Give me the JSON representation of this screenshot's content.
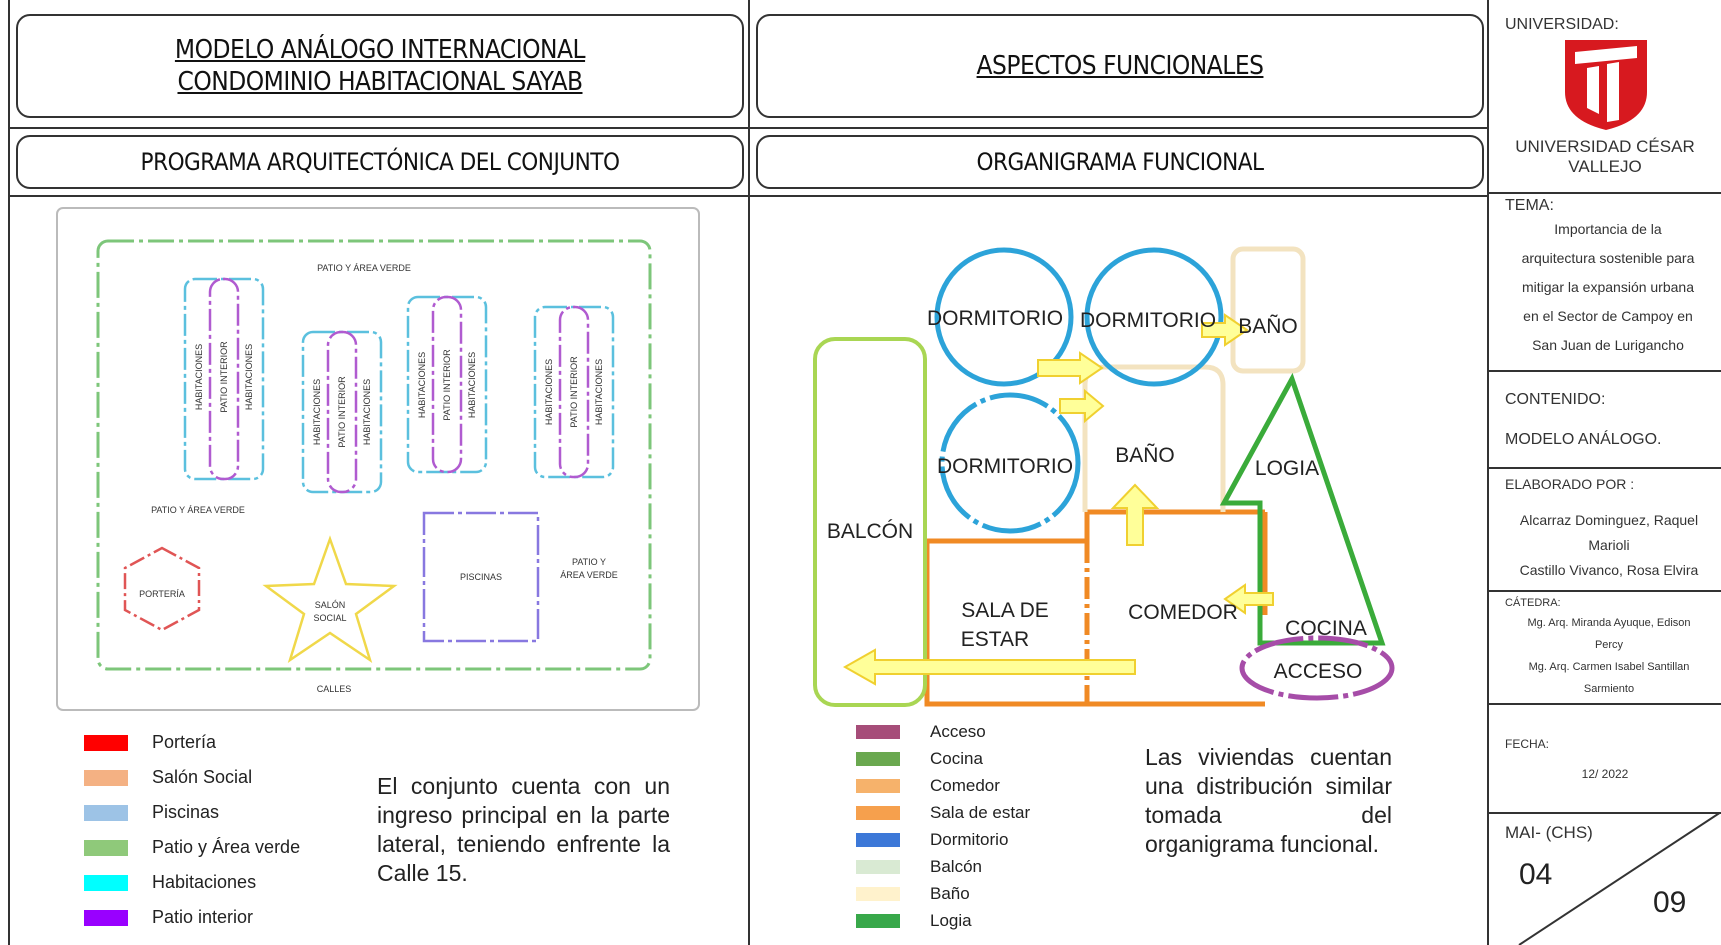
{
  "header": {
    "title_line1": "MODELO ANÁLOGO INTERNACIONAL",
    "title_line2": "CONDOMINIO HABITACIONAL SAYAB",
    "aspects": "ASPECTOS FUNCIONALES",
    "program": "PROGRAMA ARQUITECTÓNICA DEL CONJUNTO",
    "organigram": "ORGANIGRAMA FUNCIONAL"
  },
  "site_plan": {
    "patio_top": "PATIO Y ÁREA VERDE",
    "patio_left": "PATIO Y ÁREA VERDE",
    "patio_right_1": "PATIO Y",
    "patio_right_2": "ÁREA VERDE",
    "streets": "CALLES",
    "porteria": "PORTERÍA",
    "salon_1": "SALÓN",
    "salon_2": "SOCIAL",
    "piscinas": "PISCINAS",
    "habitaciones": "HABITACIONES",
    "patio_interior": "PATIO INTERIOR"
  },
  "site_legend": [
    {
      "label": "Portería",
      "color": "#ff0000"
    },
    {
      "label": "Salón Social",
      "color": "#f4b183"
    },
    {
      "label": "Piscinas",
      "color": "#9dc3e6"
    },
    {
      "label": "Patio y Área verde",
      "color": "#8fc97a"
    },
    {
      "label": "Habitaciones",
      "color": "#00ffff"
    },
    {
      "label": "Patio interior",
      "color": "#9900ff"
    }
  ],
  "site_description": "El conjunto cuenta con un ingreso principal en la parte lateral, teniendo enfrente la Calle 15.",
  "organigram": {
    "dormitorio": "DORMITORIO",
    "bano": "BAÑO",
    "logia": "LOGIA",
    "balcon": "BALCÓN",
    "sala_1": "SALA DE",
    "sala_2": "ESTAR",
    "comedor": "COMEDOR",
    "cocina": "COCINA",
    "acceso": "ACCESO"
  },
  "org_legend": [
    {
      "label": "Acceso",
      "color": "#a64d79"
    },
    {
      "label": "Cocina",
      "color": "#6aa84f"
    },
    {
      "label": "Comedor",
      "color": "#f6b26b"
    },
    {
      "label": "Sala de estar",
      "color": "#f6a04d"
    },
    {
      "label": "Dormitorio",
      "color": "#3c78d8"
    },
    {
      "label": "Balcón",
      "color": "#d9ead3"
    },
    {
      "label": "Baño",
      "color": "#fff2cc"
    },
    {
      "label": "Logia",
      "color": "#38a84a"
    }
  ],
  "org_description": "Las viviendas cuentan una distribución similar tomada del organigrama funcional.",
  "sidebar": {
    "university_label": "UNIVERSIDAD:",
    "university_name_1": "UNIVERSIDAD CÉSAR",
    "university_name_2": "VALLEJO",
    "tema_label": "TEMA:",
    "tema_lines": [
      "Importancia de la",
      "arquitectura sostenible para",
      "mitigar la expansión urbana",
      "en el Sector de Campoy en",
      "San Juan de Lurigancho"
    ],
    "contenido_label": "CONTENIDO:",
    "contenido_value": "MODELO ANÁLOGO.",
    "elaborado_label": "ELABORADO POR :",
    "elaborado_lines": [
      "Alcarraz Dominguez, Raquel",
      "Marioli",
      "Castillo Vivanco, Rosa Elvira"
    ],
    "catedra_label": "CÁTEDRA:",
    "catedra_lines": [
      "Mg. Arq. Miranda Ayuque, Edison",
      "Percy",
      "Mg. Arq. Carmen Isabel Santillan",
      "Sarmiento"
    ],
    "fecha_label": "FECHA:",
    "fecha_value": "12/ 2022",
    "code_label": "MAI- (CHS)",
    "sheet_number": "04",
    "sheet_total": "09"
  }
}
